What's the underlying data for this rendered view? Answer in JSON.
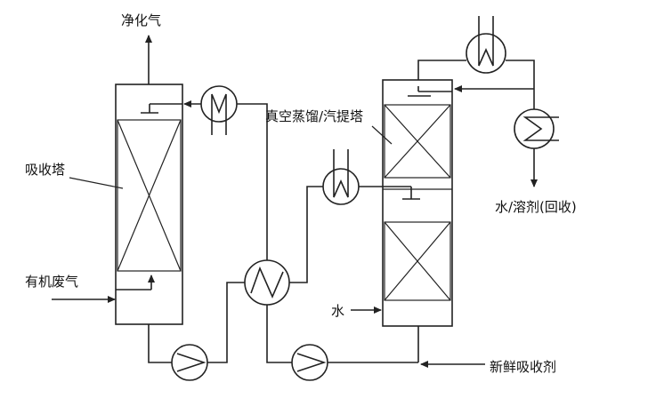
{
  "labels": {
    "purified_gas": "净化气",
    "absorber": "吸收塔",
    "organic_waste_gas": "有机废气",
    "stripper": "真空蒸馏/汽提塔",
    "recovered": "水/溶剂(回收)",
    "water": "水",
    "fresh_absorbent": "新鲜吸收剂"
  }
}
